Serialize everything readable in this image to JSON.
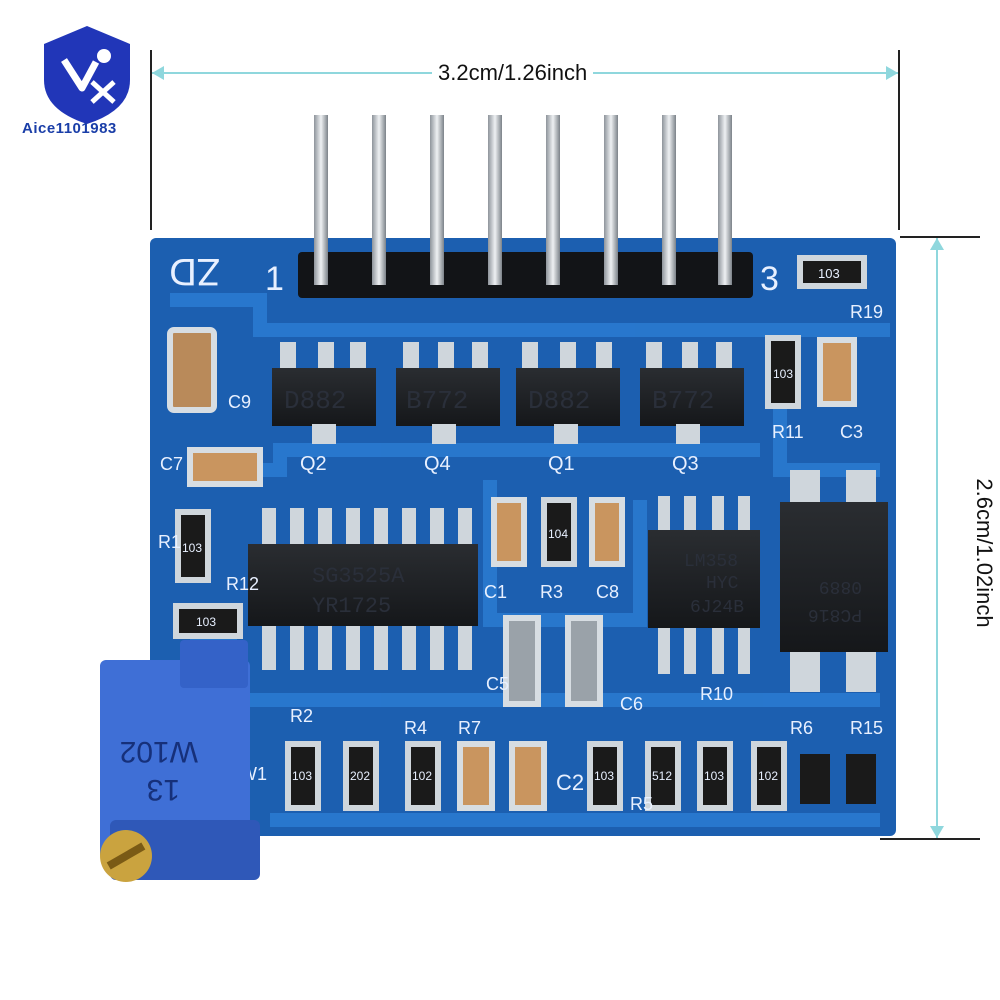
{
  "brand": {
    "logo_text": "Aice1101983"
  },
  "dimensions": {
    "width": "3.2cm/1.26inch",
    "height": "2.6cm/1.02inch"
  },
  "silkscreen": {
    "header_left": "ZD",
    "pin1": "1",
    "pin8": "3",
    "transistors": [
      "Q2",
      "Q4",
      "Q1",
      "Q3"
    ],
    "refs": [
      "C9",
      "C7",
      "R1",
      "R12",
      "C1",
      "R3",
      "C8",
      "R19",
      "C3",
      "R11",
      "C5",
      "C6",
      "R2",
      "R4",
      "R7",
      "R10",
      "R5",
      "R6",
      "R15",
      "W1",
      "C2"
    ]
  },
  "chips": {
    "transistor_marks": [
      "D882",
      "B772",
      "D882",
      "B772"
    ],
    "sg_line1": "SG3525A",
    "sg_line2": "YR1725",
    "lm_line1": "LM358",
    "lm_line2": "HYC",
    "lm_line3": "6J24B",
    "opto_line1": "PC816",
    "opto_line2": "0889",
    "pot_line1": "13",
    "pot_line2": "W102"
  },
  "resistor_codes": {
    "r19": "103",
    "r11": "103",
    "r1": "103",
    "r12": "103",
    "r3": "104",
    "bottom": [
      "103",
      "202",
      "102",
      "103",
      "512",
      "103",
      "102"
    ]
  },
  "colors": {
    "board": "#1c5fb0",
    "board_trace": "#2a7ad0",
    "silk": "#e8f0ff",
    "pad": "#cfd6dc",
    "pot": "#3f6fd6"
  }
}
